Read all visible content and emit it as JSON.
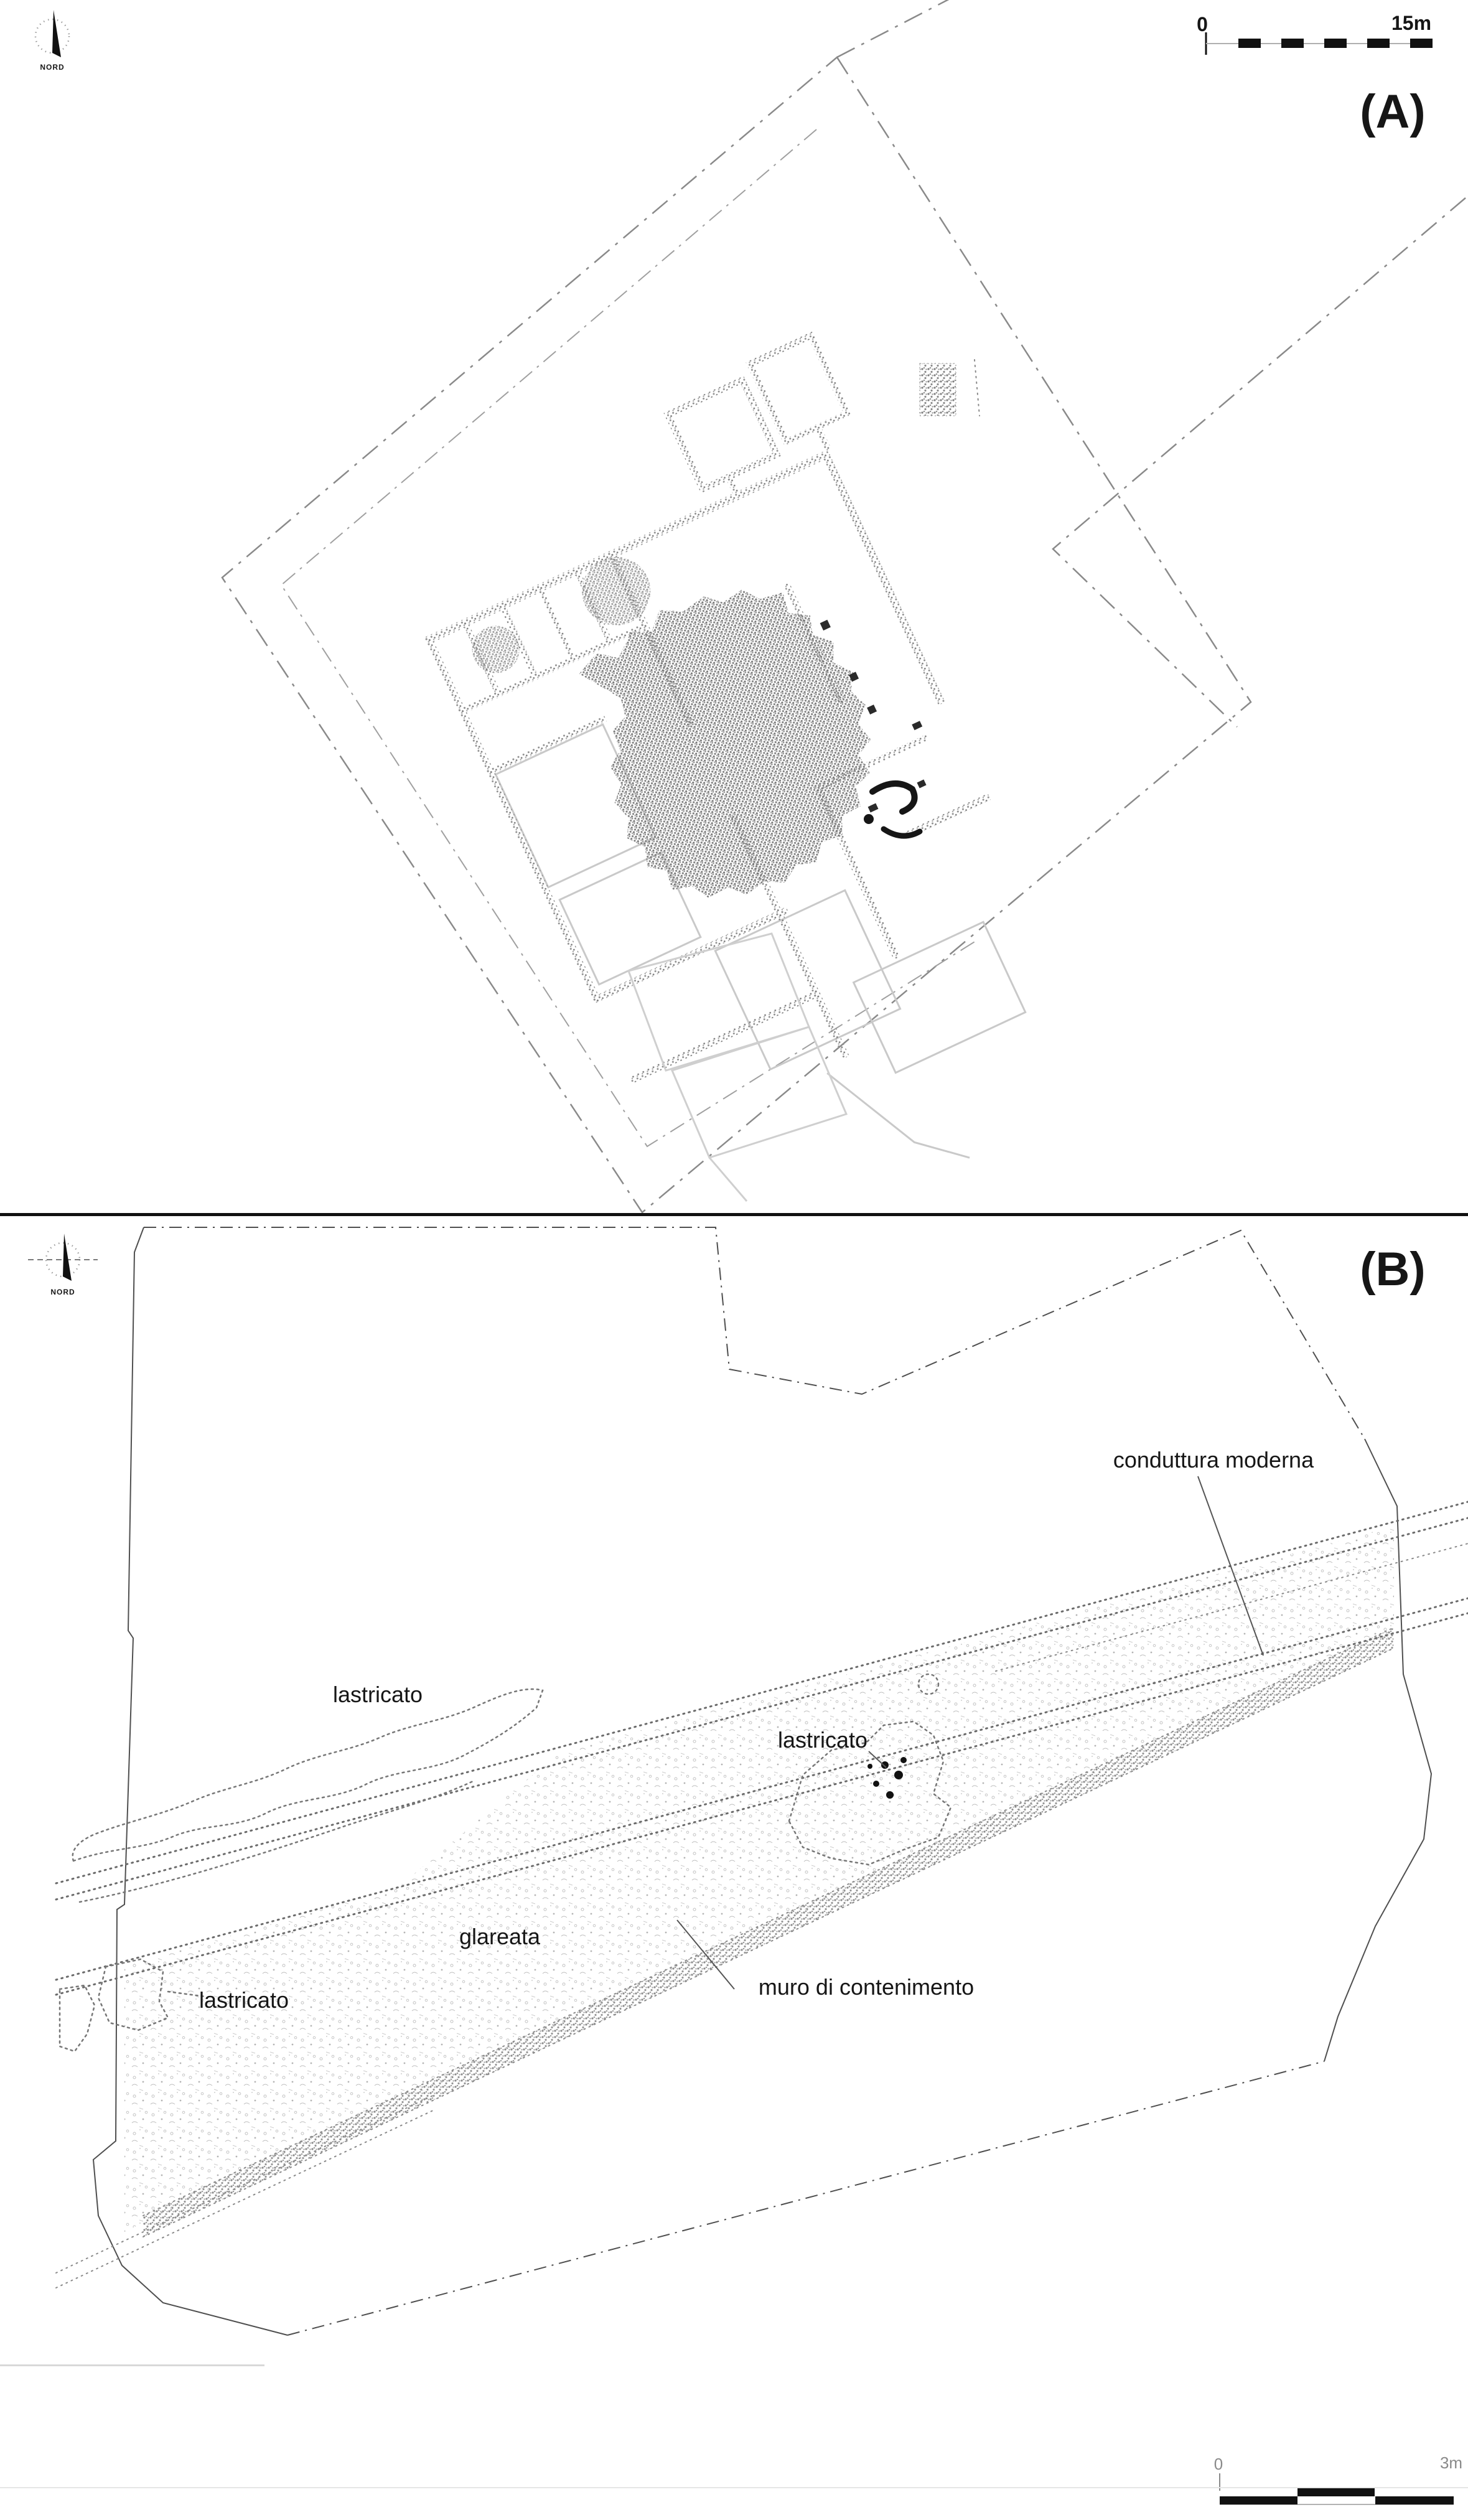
{
  "panel_a": {
    "label": "(A)",
    "north_label": "NORD",
    "scale_bar": {
      "start": "0",
      "end": "15m"
    }
  },
  "panel_b": {
    "label": "(B)",
    "north_label": "NORD",
    "scale_bar": {
      "start": "0",
      "end": "3m"
    },
    "annotations": {
      "conduttura": "conduttura moderna",
      "lastricato_upper_left": "lastricato",
      "lastricato_center": "lastricato",
      "lastricato_lower_left": "lastricato",
      "glareata": "glareata",
      "muro": "muro di contenimento"
    }
  },
  "colors": {
    "ink": "#161616",
    "boundary_dash": "#8a8a8a",
    "outline": "#4f4f4f",
    "stipple": "#9a9a9a",
    "background": "#ffffff"
  }
}
